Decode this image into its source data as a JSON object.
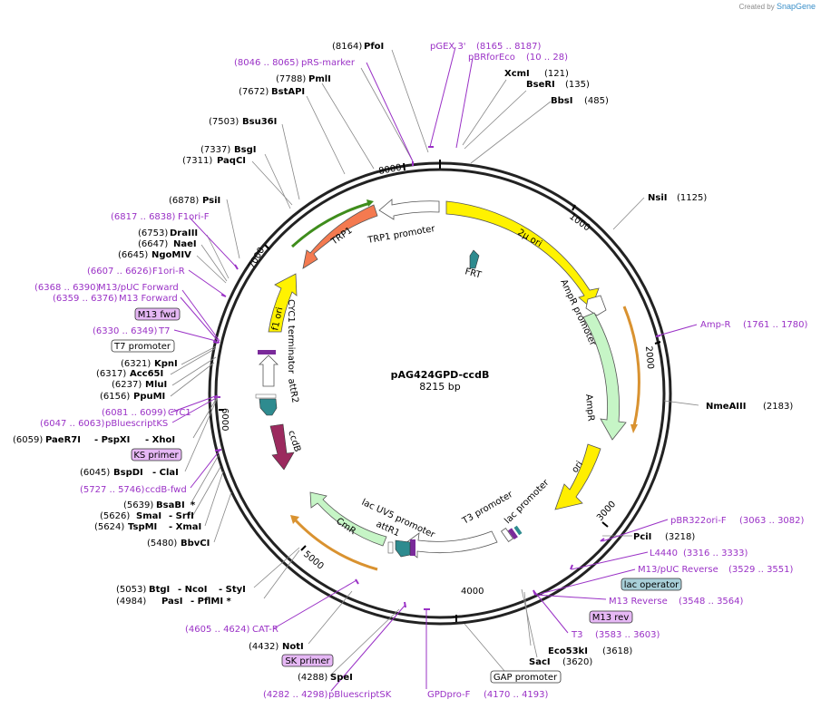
{
  "brand": {
    "created_by": "Created by",
    "name": "SnapGene"
  },
  "plasmid": {
    "name": "pAG424GPD-ccdB",
    "size": "8215 bp"
  },
  "ticks": [
    {
      "label": "1000",
      "bp": 1000
    },
    {
      "label": "2000",
      "bp": 2000
    },
    {
      "label": "3000",
      "bp": 3000
    },
    {
      "label": "4000",
      "bp": 4000
    },
    {
      "label": "5000",
      "bp": 5000
    },
    {
      "label": "6000",
      "bp": 6000
    },
    {
      "label": "7000",
      "bp": 7000
    },
    {
      "label": "8000",
      "bp": 8000
    }
  ],
  "labels": [
    {
      "id": "pfoi",
      "pos": "(8164)",
      "name": "PfoI",
      "color": "black"
    },
    {
      "id": "pgex3",
      "pos": "(8165 .. 8187)",
      "name": "pGEX 3'",
      "color": "purple"
    },
    {
      "id": "prsmarker",
      "pos": "(8046 .. 8065)",
      "name": "pRS-marker",
      "color": "purple"
    },
    {
      "id": "pbrforeco",
      "pos": "(10 .. 28)",
      "name": "pBRforEco",
      "color": "purple"
    },
    {
      "id": "xcmi",
      "pos": "(121)",
      "name": "XcmI",
      "color": "black"
    },
    {
      "id": "pmli",
      "pos": "(7788)",
      "name": "PmlI",
      "color": "black"
    },
    {
      "id": "bseri",
      "pos": "(135)",
      "name": "BseRI",
      "color": "black"
    },
    {
      "id": "bstapi",
      "pos": "(7672)",
      "name": "BstAPI",
      "color": "black"
    },
    {
      "id": "bbsi",
      "pos": "(485)",
      "name": "BbsI",
      "color": "black"
    },
    {
      "id": "bsu36i",
      "pos": "(7503)",
      "name": "Bsu36I",
      "color": "black"
    },
    {
      "id": "bsgi",
      "pos": "(7337)",
      "name": "BsgI",
      "color": "black"
    },
    {
      "id": "paqci",
      "pos": "(7311)",
      "name": "PaqCI",
      "color": "black"
    },
    {
      "id": "nsii",
      "pos": "(1125)",
      "name": "NsiI",
      "color": "black"
    },
    {
      "id": "psii",
      "pos": "(6878)",
      "name": "PsiI",
      "color": "black"
    },
    {
      "id": "f1orif",
      "pos": "(6817 .. 6838)",
      "name": "F1ori-F",
      "color": "purple"
    },
    {
      "id": "draiii",
      "pos": "(6753)",
      "name": "DraIII",
      "color": "black"
    },
    {
      "id": "naei",
      "pos": "(6647)",
      "name": "NaeI",
      "color": "black"
    },
    {
      "id": "ngomiv",
      "pos": "(6645)",
      "name": "NgoMIV",
      "color": "black"
    },
    {
      "id": "f1orir",
      "pos": "(6607 .. 6626)",
      "name": "F1ori-R",
      "color": "purple"
    },
    {
      "id": "m13pucf",
      "pos": "(6368 .. 6390)",
      "name": "M13/pUC Forward",
      "color": "purple"
    },
    {
      "id": "m13f",
      "pos": "(6359 .. 6376)",
      "name": "M13 Forward",
      "color": "purple"
    },
    {
      "id": "ampr",
      "pos": "(1761 .. 1780)",
      "name": "Amp-R",
      "color": "purple"
    },
    {
      "id": "t7",
      "pos": "(6330 .. 6349)",
      "name": "T7",
      "color": "purple"
    },
    {
      "id": "kpni",
      "pos": "(6321)",
      "name": "KpnI",
      "color": "black"
    },
    {
      "id": "acc65i",
      "pos": "(6317)",
      "name": "Acc65I",
      "color": "black"
    },
    {
      "id": "mlui",
      "pos": "(6237)",
      "name": "MluI",
      "color": "black"
    },
    {
      "id": "ppumi",
      "pos": "(6156)",
      "name": "PpuMI",
      "color": "black"
    },
    {
      "id": "nmeaiii",
      "pos": "(2183)",
      "name": "NmeAIII",
      "color": "black"
    },
    {
      "id": "cyc1",
      "pos": "(6081 .. 6099)",
      "name": "CYC1",
      "color": "purple"
    },
    {
      "id": "pbluescriptks",
      "pos": "(6047 .. 6063)",
      "name": "pBluescriptKS",
      "color": "purple"
    },
    {
      "id": "paer7i",
      "pos": "(6059)",
      "name": "PaeR7I",
      "color": "black",
      "extra": [
        "- PspXI",
        "- XhoI"
      ]
    },
    {
      "id": "bspdi",
      "pos": "(6045)",
      "name": "BspDI",
      "color": "black",
      "extra": [
        "- ClaI"
      ]
    },
    {
      "id": "ccdbfwd",
      "pos": "(5727 .. 5746)",
      "name": "ccdB-fwd",
      "color": "purple"
    },
    {
      "id": "bsabi",
      "pos": "(5639)",
      "name": "BsaBI",
      "color": "black",
      "extra": [
        "*"
      ]
    },
    {
      "id": "smai",
      "pos": "(5626)",
      "name": "SmaI",
      "color": "black",
      "extra": [
        "- SrfI"
      ]
    },
    {
      "id": "tspmi",
      "pos": "(5624)",
      "name": "TspMI",
      "color": "black",
      "extra": [
        "- XmaI"
      ]
    },
    {
      "id": "bbvci",
      "pos": "(5480)",
      "name": "BbvCI",
      "color": "black"
    },
    {
      "id": "pbr322ori",
      "pos": "(3063 .. 3082)",
      "name": "pBR322ori-F",
      "color": "purple"
    },
    {
      "id": "pcii",
      "pos": "(3218)",
      "name": "PciI",
      "color": "black"
    },
    {
      "id": "l4440",
      "pos": "(3316 .. 3333)",
      "name": "L4440",
      "color": "purple"
    },
    {
      "id": "m13pucr",
      "pos": "(3529 .. 3551)",
      "name": "M13/pUC Reverse",
      "color": "purple"
    },
    {
      "id": "m13rev",
      "pos": "(3548 .. 3564)",
      "name": "M13 Reverse",
      "color": "purple"
    },
    {
      "id": "btgi",
      "pos": "(5053)",
      "name": "BtgI",
      "color": "black",
      "extra": [
        "- NcoI",
        "- StyI"
      ]
    },
    {
      "id": "pasi",
      "pos": "(4984)",
      "name": "PasI",
      "color": "black",
      "extra": [
        "- PflMI *"
      ]
    },
    {
      "id": "t3",
      "pos": "(3583 .. 3603)",
      "name": "T3",
      "color": "purple"
    },
    {
      "id": "catr",
      "pos": "(4605 .. 4624)",
      "name": "CAT-R",
      "color": "purple"
    },
    {
      "id": "eco53ki",
      "pos": "(3618)",
      "name": "Eco53kI",
      "color": "black"
    },
    {
      "id": "saci",
      "pos": "(3620)",
      "name": "SacI",
      "color": "black"
    },
    {
      "id": "noti",
      "pos": "(4432)",
      "name": "NotI",
      "color": "black"
    },
    {
      "id": "spei",
      "pos": "(4288)",
      "name": "SpeI",
      "color": "black"
    },
    {
      "id": "pbluescriptsk",
      "pos": "(4282 .. 4298)",
      "name": "pBluescriptSK",
      "color": "purple"
    },
    {
      "id": "gpdprof",
      "pos": "(4170 .. 4193)",
      "name": "GPDpro-F",
      "color": "purple"
    }
  ],
  "boxed": [
    {
      "id": "m13fwd",
      "text": "M13 fwd"
    },
    {
      "id": "t7prom",
      "text": "T7 promoter"
    },
    {
      "id": "ksprimer",
      "text": "KS primer"
    },
    {
      "id": "lacop",
      "text": "lac operator"
    },
    {
      "id": "m13revbox",
      "text": "M13 rev"
    },
    {
      "id": "skprimer",
      "text": "SK primer"
    },
    {
      "id": "gapprom",
      "text": "GAP promoter"
    }
  ],
  "features": [
    {
      "id": "trp1",
      "text": "TRP1"
    },
    {
      "id": "trp1prom",
      "text": "TRP1 promoter"
    },
    {
      "id": "twomu",
      "text": "2µ ori"
    },
    {
      "id": "frt",
      "text": "FRT"
    },
    {
      "id": "amprprom",
      "text": "AmpR promoter"
    },
    {
      "id": "ampr",
      "text": "AmpR"
    },
    {
      "id": "ori",
      "text": "ori"
    },
    {
      "id": "f1ori",
      "text": "f1 ori"
    },
    {
      "id": "cyc1term",
      "text": "CYC1 terminator"
    },
    {
      "id": "attr2",
      "text": "attR2"
    },
    {
      "id": "ccdb",
      "text": "ccdB"
    },
    {
      "id": "t3prom",
      "text": "T3 promoter"
    },
    {
      "id": "lacprom",
      "text": "lac promoter"
    },
    {
      "id": "lacuv5",
      "text": "lac UV5 promoter"
    },
    {
      "id": "attr1",
      "text": "attR1"
    },
    {
      "id": "cmr",
      "text": "CmR"
    }
  ],
  "colors": {
    "purple": "#9a31c6",
    "trp1": "#f47a50",
    "twomu": "#fff200",
    "ampr": "#c6f5c6",
    "ori": "#ffee00",
    "attr": "#2e8b8f",
    "ccdb": "#9b2a5e",
    "orange_line": "#d99230",
    "green_line": "#3f8d1c",
    "lacop": "#a8cfd8",
    "boxed_purple": "#e6b8f5"
  }
}
